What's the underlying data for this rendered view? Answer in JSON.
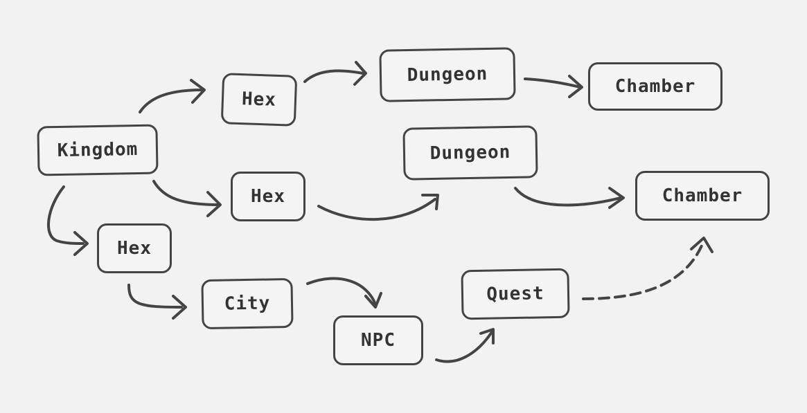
{
  "diagram": {
    "stroke_color": "#444444",
    "background_color": "#f2f2f2",
    "nodes": [
      {
        "id": "kingdom",
        "label": "Kingdom"
      },
      {
        "id": "hex1",
        "label": "Hex"
      },
      {
        "id": "dungeon1",
        "label": "Dungeon"
      },
      {
        "id": "chamber1",
        "label": "Chamber"
      },
      {
        "id": "hex2",
        "label": "Hex"
      },
      {
        "id": "dungeon2",
        "label": "Dungeon"
      },
      {
        "id": "chamber2",
        "label": "Chamber"
      },
      {
        "id": "hex3",
        "label": "Hex"
      },
      {
        "id": "city",
        "label": "City"
      },
      {
        "id": "npc",
        "label": "NPC"
      },
      {
        "id": "quest",
        "label": "Quest"
      }
    ],
    "edges": [
      {
        "from": "kingdom",
        "to": "hex1",
        "style": "solid"
      },
      {
        "from": "hex1",
        "to": "dungeon1",
        "style": "solid"
      },
      {
        "from": "dungeon1",
        "to": "chamber1",
        "style": "solid"
      },
      {
        "from": "kingdom",
        "to": "hex2",
        "style": "solid"
      },
      {
        "from": "hex2",
        "to": "dungeon2",
        "style": "solid"
      },
      {
        "from": "dungeon2",
        "to": "chamber2",
        "style": "solid"
      },
      {
        "from": "kingdom",
        "to": "hex3",
        "style": "solid"
      },
      {
        "from": "hex3",
        "to": "city",
        "style": "solid"
      },
      {
        "from": "city",
        "to": "npc",
        "style": "solid"
      },
      {
        "from": "npc",
        "to": "quest",
        "style": "solid"
      },
      {
        "from": "quest",
        "to": "chamber2",
        "style": "dashed"
      }
    ]
  }
}
